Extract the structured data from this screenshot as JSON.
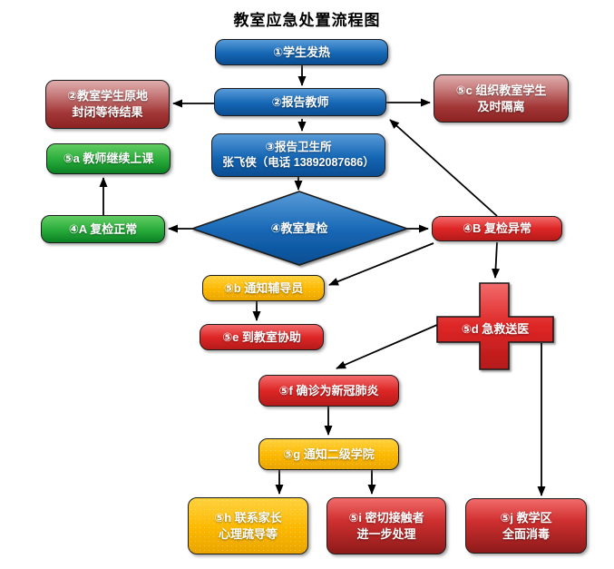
{
  "title": "教室应急处置流程图",
  "nodes": {
    "n1": "①学生发热",
    "n2": "②报告教师",
    "n2l": "②教室学生原地\n封闭等待结果",
    "n5c": "⑤c 组织教室学生\n及时隔离",
    "n3": "③报告卫生所\n张飞侠（电话 13892087686）",
    "n5a": "⑤a 教师继续上课",
    "n4a": "④A 复检正常",
    "n4": "④教室复检",
    "n4b": "④B 复检异常",
    "n5b": "⑤b 通知辅导员",
    "n5e": "⑤e 到教室协助",
    "n5d": "⑤d 急救送医",
    "n5f": "⑤f 确诊为新冠肺炎",
    "n5g": "⑤g 通知二级学院",
    "n5h": "⑤h 联系家长\n心理疏导等",
    "n5i": "⑤i 密切接触者\n进一步处理",
    "n5j": "⑤j 教学区\n全面消毒"
  },
  "connections": [
    {
      "from": "①学生发热",
      "to": "②报告教师"
    },
    {
      "from": "②报告教师",
      "to": "②教室学生原地封闭等待结果"
    },
    {
      "from": "②报告教师",
      "to": "⑤c 组织教室学生及时隔离"
    },
    {
      "from": "②报告教师",
      "to": "③报告卫生所"
    },
    {
      "from": "③报告卫生所",
      "to": "④教室复检"
    },
    {
      "from": "④教室复检",
      "to": "④A 复检正常"
    },
    {
      "from": "④教室复检",
      "to": "④B 复检异常"
    },
    {
      "from": "④A 复检正常",
      "to": "⑤a 教师继续上课"
    },
    {
      "from": "④B 复检异常",
      "to": "②报告教师"
    },
    {
      "from": "④B 复检异常",
      "to": "⑤b 通知辅导员"
    },
    {
      "from": "④B 复检异常",
      "to": "⑤d 急救送医"
    },
    {
      "from": "⑤b 通知辅导员",
      "to": "⑤e 到教室协助"
    },
    {
      "from": "⑤d 急救送医",
      "to": "⑤f 确诊为新冠肺炎"
    },
    {
      "from": "⑤d 急救送医",
      "to": "⑤j 教学区全面消毒"
    },
    {
      "from": "⑤f 确诊为新冠肺炎",
      "to": "⑤g 通知二级学院"
    },
    {
      "from": "⑤g 通知二级学院",
      "to": "⑤h 联系家长心理疏导等"
    },
    {
      "from": "⑤g 通知二级学院",
      "to": "⑤i 密切接触者进一步处理"
    }
  ],
  "colors": {
    "blue-light": "#589bd8",
    "blue": "#1566b4",
    "blue-dark": "#0b4d92",
    "pink": "#dfadad",
    "darkred": "#8c2222",
    "green-light": "#62cd62",
    "green": "#27ab3a",
    "green-dark": "#0b8024",
    "red-light": "#f26b6b",
    "red": "#de2626",
    "red-dark": "#b51a1a",
    "maroon": "#8e1a1a",
    "yellow-light": "#ffd23e",
    "yellow": "#fcb800",
    "yellow-dark": "#eaa500",
    "outline": "#1c1c1c",
    "arrow": "#000000",
    "background": "#ffffff",
    "title-color": "#000000"
  }
}
